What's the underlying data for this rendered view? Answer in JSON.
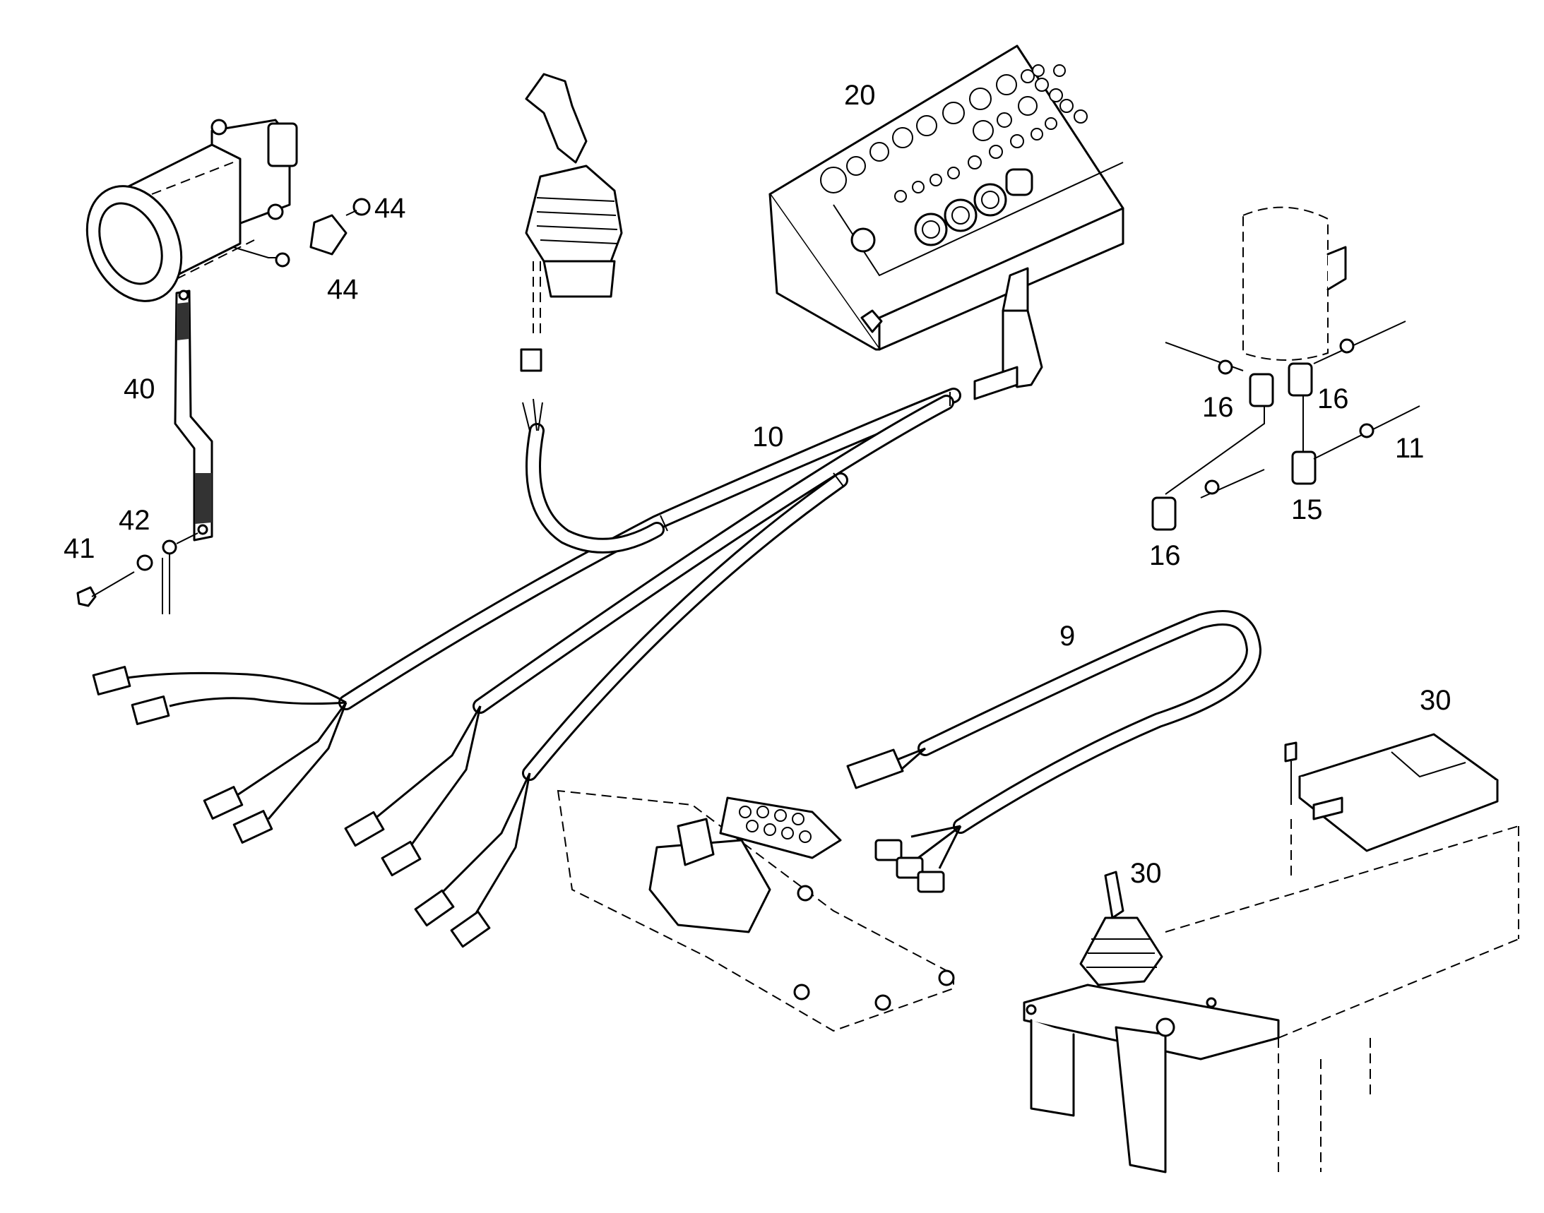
{
  "parts": [
    {
      "id": "harness_main",
      "label": "10"
    },
    {
      "id": "harness_short",
      "label": "9"
    },
    {
      "id": "fuse_ring",
      "label": "11"
    },
    {
      "id": "fuse_cap_a",
      "label": "15"
    },
    {
      "id": "fuse_cap_b",
      "label": "16"
    },
    {
      "id": "fuse_cap_c",
      "label": "16"
    },
    {
      "id": "fuse_cap_d",
      "label": "16"
    },
    {
      "id": "dash_panel",
      "label": "20"
    },
    {
      "id": "controller_box",
      "label": "30"
    },
    {
      "id": "joystick_base",
      "label": "30"
    },
    {
      "id": "ground_strap",
      "label": "40"
    },
    {
      "id": "bolt",
      "label": "41"
    },
    {
      "id": "washer",
      "label": "42"
    },
    {
      "id": "nut_a",
      "label": "44"
    },
    {
      "id": "nut_b",
      "label": "44"
    }
  ]
}
